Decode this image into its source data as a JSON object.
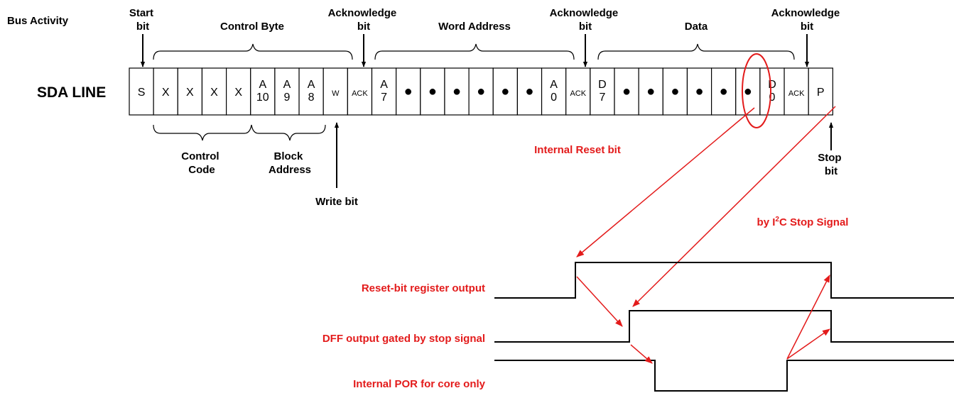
{
  "colors": {
    "accent": "#e31b1b",
    "line": "#000000"
  },
  "bus_activity": "Bus Activity",
  "sda_line": "SDA LINE",
  "top_labels": {
    "start": [
      "Start",
      "bit"
    ],
    "control_byte": "Control Byte",
    "ack1": [
      "Acknowledge",
      "bit"
    ],
    "word_address": "Word Address",
    "ack2": [
      "Acknowledge",
      "bit"
    ],
    "data": "Data",
    "ack3": [
      "Acknowledge",
      "bit"
    ]
  },
  "cells": [
    [
      "S"
    ],
    [
      "X"
    ],
    [
      "X"
    ],
    [
      "X"
    ],
    [
      "X"
    ],
    [
      "A",
      "10"
    ],
    [
      "A",
      "9"
    ],
    [
      "A",
      "8"
    ],
    [
      "W"
    ],
    [
      "ACK"
    ],
    [
      "A",
      "7"
    ],
    [
      "●"
    ],
    [
      "●"
    ],
    [
      "●"
    ],
    [
      "●"
    ],
    [
      "●"
    ],
    [
      "●"
    ],
    [
      "A",
      "0"
    ],
    [
      "ACK"
    ],
    [
      "D",
      "7"
    ],
    [
      "●"
    ],
    [
      "●"
    ],
    [
      "●"
    ],
    [
      "●"
    ],
    [
      "●"
    ],
    [
      "●"
    ],
    [
      "D",
      "0"
    ],
    [
      "ACK"
    ],
    [
      "P"
    ]
  ],
  "bottom_labels": {
    "control_code": [
      "Control",
      "Code"
    ],
    "block_address": [
      "Block",
      "Address"
    ],
    "write_bit": "Write bit",
    "stop_bit": [
      "Stop",
      "bit"
    ]
  },
  "annotations": {
    "internal_reset_bit": "Internal Reset bit",
    "stop_signal_prefix": "by I",
    "stop_signal_sup": "2",
    "stop_signal_suffix": "C Stop Signal"
  },
  "signals": [
    "Reset-bit register output",
    "DFF output gated by stop signal",
    "Internal POR for core only"
  ]
}
